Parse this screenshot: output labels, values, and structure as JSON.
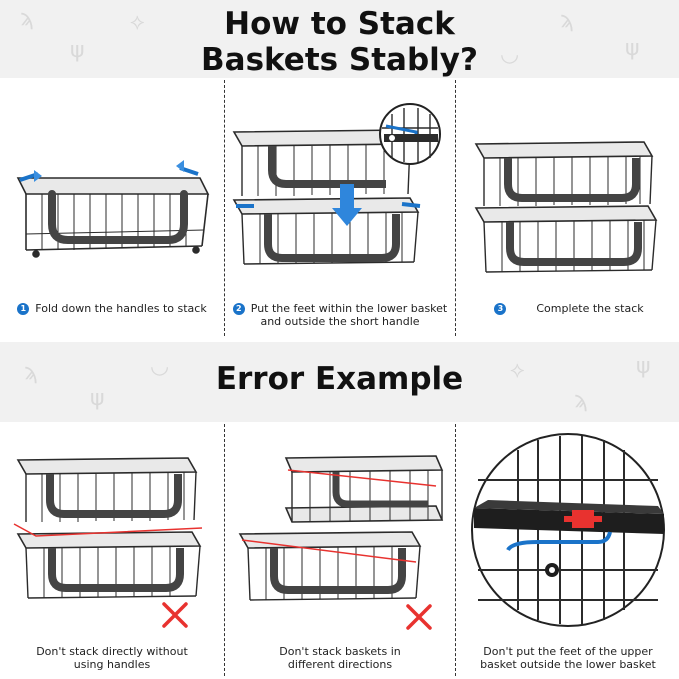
{
  "header": {
    "title_line1": "How to Stack",
    "title_line2": "Baskets Stably?"
  },
  "steps": [
    {
      "number": "1",
      "text": "Fold down the handles to stack"
    },
    {
      "number": "2",
      "text_line1": "Put the feet within the lower basket",
      "text_line2": "and outside the short handle"
    },
    {
      "number": "3",
      "text": "Complete the stack"
    }
  ],
  "error_section": {
    "title": "Error Example"
  },
  "errors": [
    {
      "line1": "Don't stack directly without",
      "line2": "using handles"
    },
    {
      "line1": "Don't stack baskets in",
      "line2": "different directions"
    },
    {
      "line1": "Don't put the feet of the upper",
      "line2": "basket outside the lower basket"
    }
  ],
  "colors": {
    "accent_blue": "#1a73c9",
    "error_red": "#e8322f",
    "wire": "#2b2b2b",
    "band": "#f1f1f1"
  }
}
